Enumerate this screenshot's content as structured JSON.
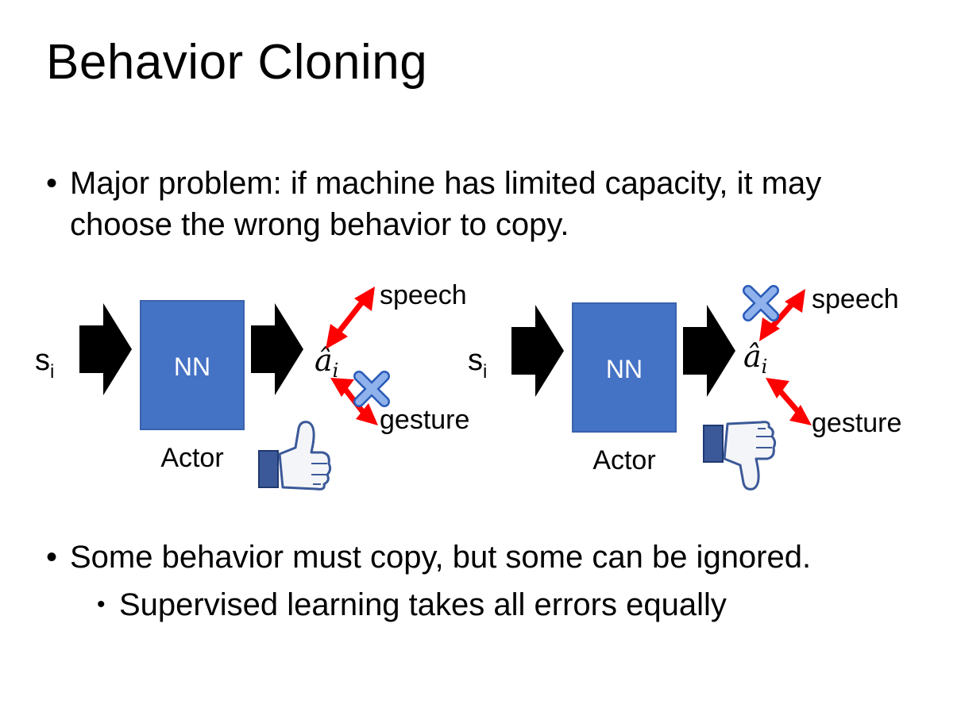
{
  "slide": {
    "title": "Behavior Cloning"
  },
  "bullets": [
    {
      "dot": "•",
      "text": "Major problem: if machine has limited capacity, it may choose the wrong behavior to copy."
    },
    {
      "dot": "•",
      "text": "Some behavior must copy, but some can be ignored."
    },
    {
      "dot": "•",
      "text": "Supervised learning takes all errors equally"
    }
  ],
  "diagram": {
    "left": {
      "state_main": "s",
      "state_sub": "i",
      "box_label": "NN",
      "caption": "Actor",
      "action_main": "â",
      "action_sub": "i",
      "output_top": "speech",
      "output_bottom": "gesture",
      "crossed_output": "gesture",
      "verdict_icon": "thumbs-up-icon"
    },
    "right": {
      "state_main": "s",
      "state_sub": "i",
      "box_label": "NN",
      "caption": "Actor",
      "action_main": "â",
      "action_sub": "i",
      "output_top": "speech",
      "output_bottom": "gesture",
      "crossed_output": "speech",
      "verdict_icon": "thumbs-down-icon"
    }
  },
  "colors": {
    "box_fill": "#4472c4",
    "box_text": "#ffffff",
    "arrow_black": "#000000",
    "arrow_red": "#ff0000",
    "cross_blue": "#5b8bd8",
    "thumb_sleeve": "#3b5998"
  }
}
